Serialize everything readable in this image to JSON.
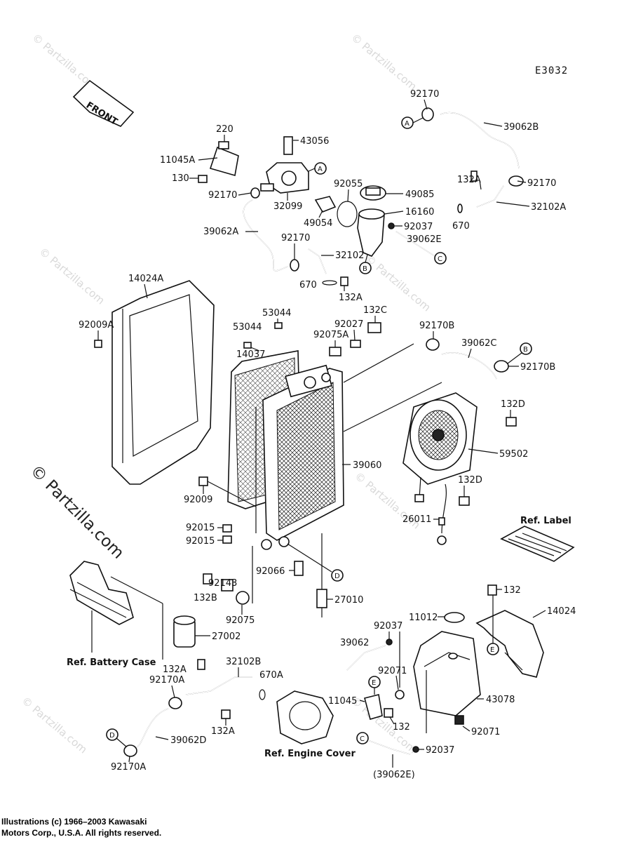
{
  "diagram_code": "E3032",
  "front_label": "FRONT",
  "watermark_large": "© Partzilla.com",
  "watermark_small": "© Partzilla.com",
  "copyright_line1": "Illustrations (c) 1966–2003 Kawasaki",
  "copyright_line2": "Motors Corp., U.S.A.  All rights reserved.",
  "callouts": [
    "A",
    "B",
    "C",
    "D",
    "E"
  ],
  "labels": {
    "p92170_top": "92170",
    "p39062B": "39062B",
    "p92170_r": "92170",
    "p132A_r": "132A",
    "p32102A": "32102A",
    "p670_r": "670",
    "p220": "220",
    "p43056": "43056",
    "p11045A": "11045A",
    "p130": "130",
    "p92170_l": "92170",
    "p32099": "32099",
    "p92055": "92055",
    "p49085": "49085",
    "p16160": "16160",
    "p49054": "49054",
    "p92037_t": "92037",
    "p39062E": "39062E",
    "p39062A": "39062A",
    "p92170_m": "92170",
    "p32102": "32102",
    "p670_m": "670",
    "p132A_m": "132A",
    "p14024A": "14024A",
    "p92009A": "92009A",
    "p53044_a": "53044",
    "p53044_b": "53044",
    "p132C": "132C",
    "p92027": "92027",
    "p92075A": "92075A",
    "p14037": "14037",
    "p92170B_t": "92170B",
    "p39062C": "39062C",
    "p92170B_r": "92170B",
    "p132D_t": "132D",
    "p59502": "59502",
    "p39060": "39060",
    "p132D_b": "132D",
    "p92009": "92009",
    "p26011": "26011",
    "p92015_a": "92015",
    "p92015_b": "92015",
    "p92143": "92143",
    "p92066": "92066",
    "p132B": "132B",
    "p27010": "27010",
    "p92075": "92075",
    "p27002": "27002",
    "ref_battery": "Ref. Battery Case",
    "ref_label": "Ref. Label",
    "p132_r": "132",
    "p14024": "14024",
    "p11012": "11012",
    "p92037_m": "92037",
    "p39062": "39062",
    "p92071_a": "92071",
    "p43078": "43078",
    "p132A_b": "132A",
    "p32102B": "32102B",
    "p670A": "670A",
    "p92170A_a": "92170A",
    "p11045": "11045",
    "p132_b": "132",
    "p132A_bb": "132A",
    "p92071_b": "92071",
    "p39062D": "39062D",
    "ref_engine": "Ref. Engine Cover",
    "p92037_b": "92037",
    "p39062E_paren": "(39062E)",
    "p92170A_b": "92170A"
  }
}
